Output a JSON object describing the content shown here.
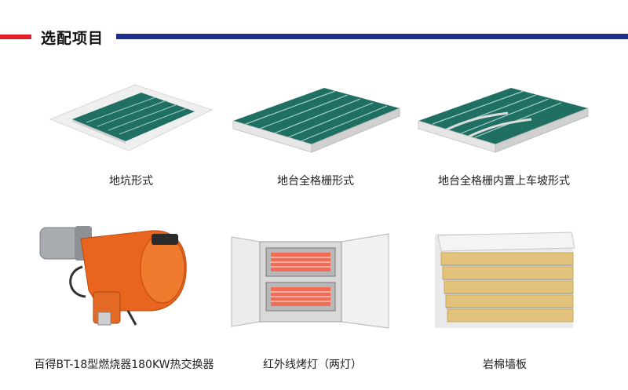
{
  "header": {
    "title": "选配项目"
  },
  "colors": {
    "accent_red": "#e3202a",
    "accent_blue": "#1d2f8c"
  },
  "items": [
    {
      "caption": "地坑形式",
      "icon": "pit-grating-image"
    },
    {
      "caption": "地台全格栅形式",
      "icon": "platform-grating-image"
    },
    {
      "caption": "地台全格栅内置上车坡形式",
      "icon": "platform-ramp-grating-image"
    },
    {
      "caption": "百得BT-18型燃烧器180KW热交换器",
      "icon": "burner-image"
    },
    {
      "caption": "红外线烤灯（两灯）",
      "icon": "infrared-lamp-image"
    },
    {
      "caption": "岩棉墙板",
      "icon": "rockwool-panel-image"
    }
  ]
}
